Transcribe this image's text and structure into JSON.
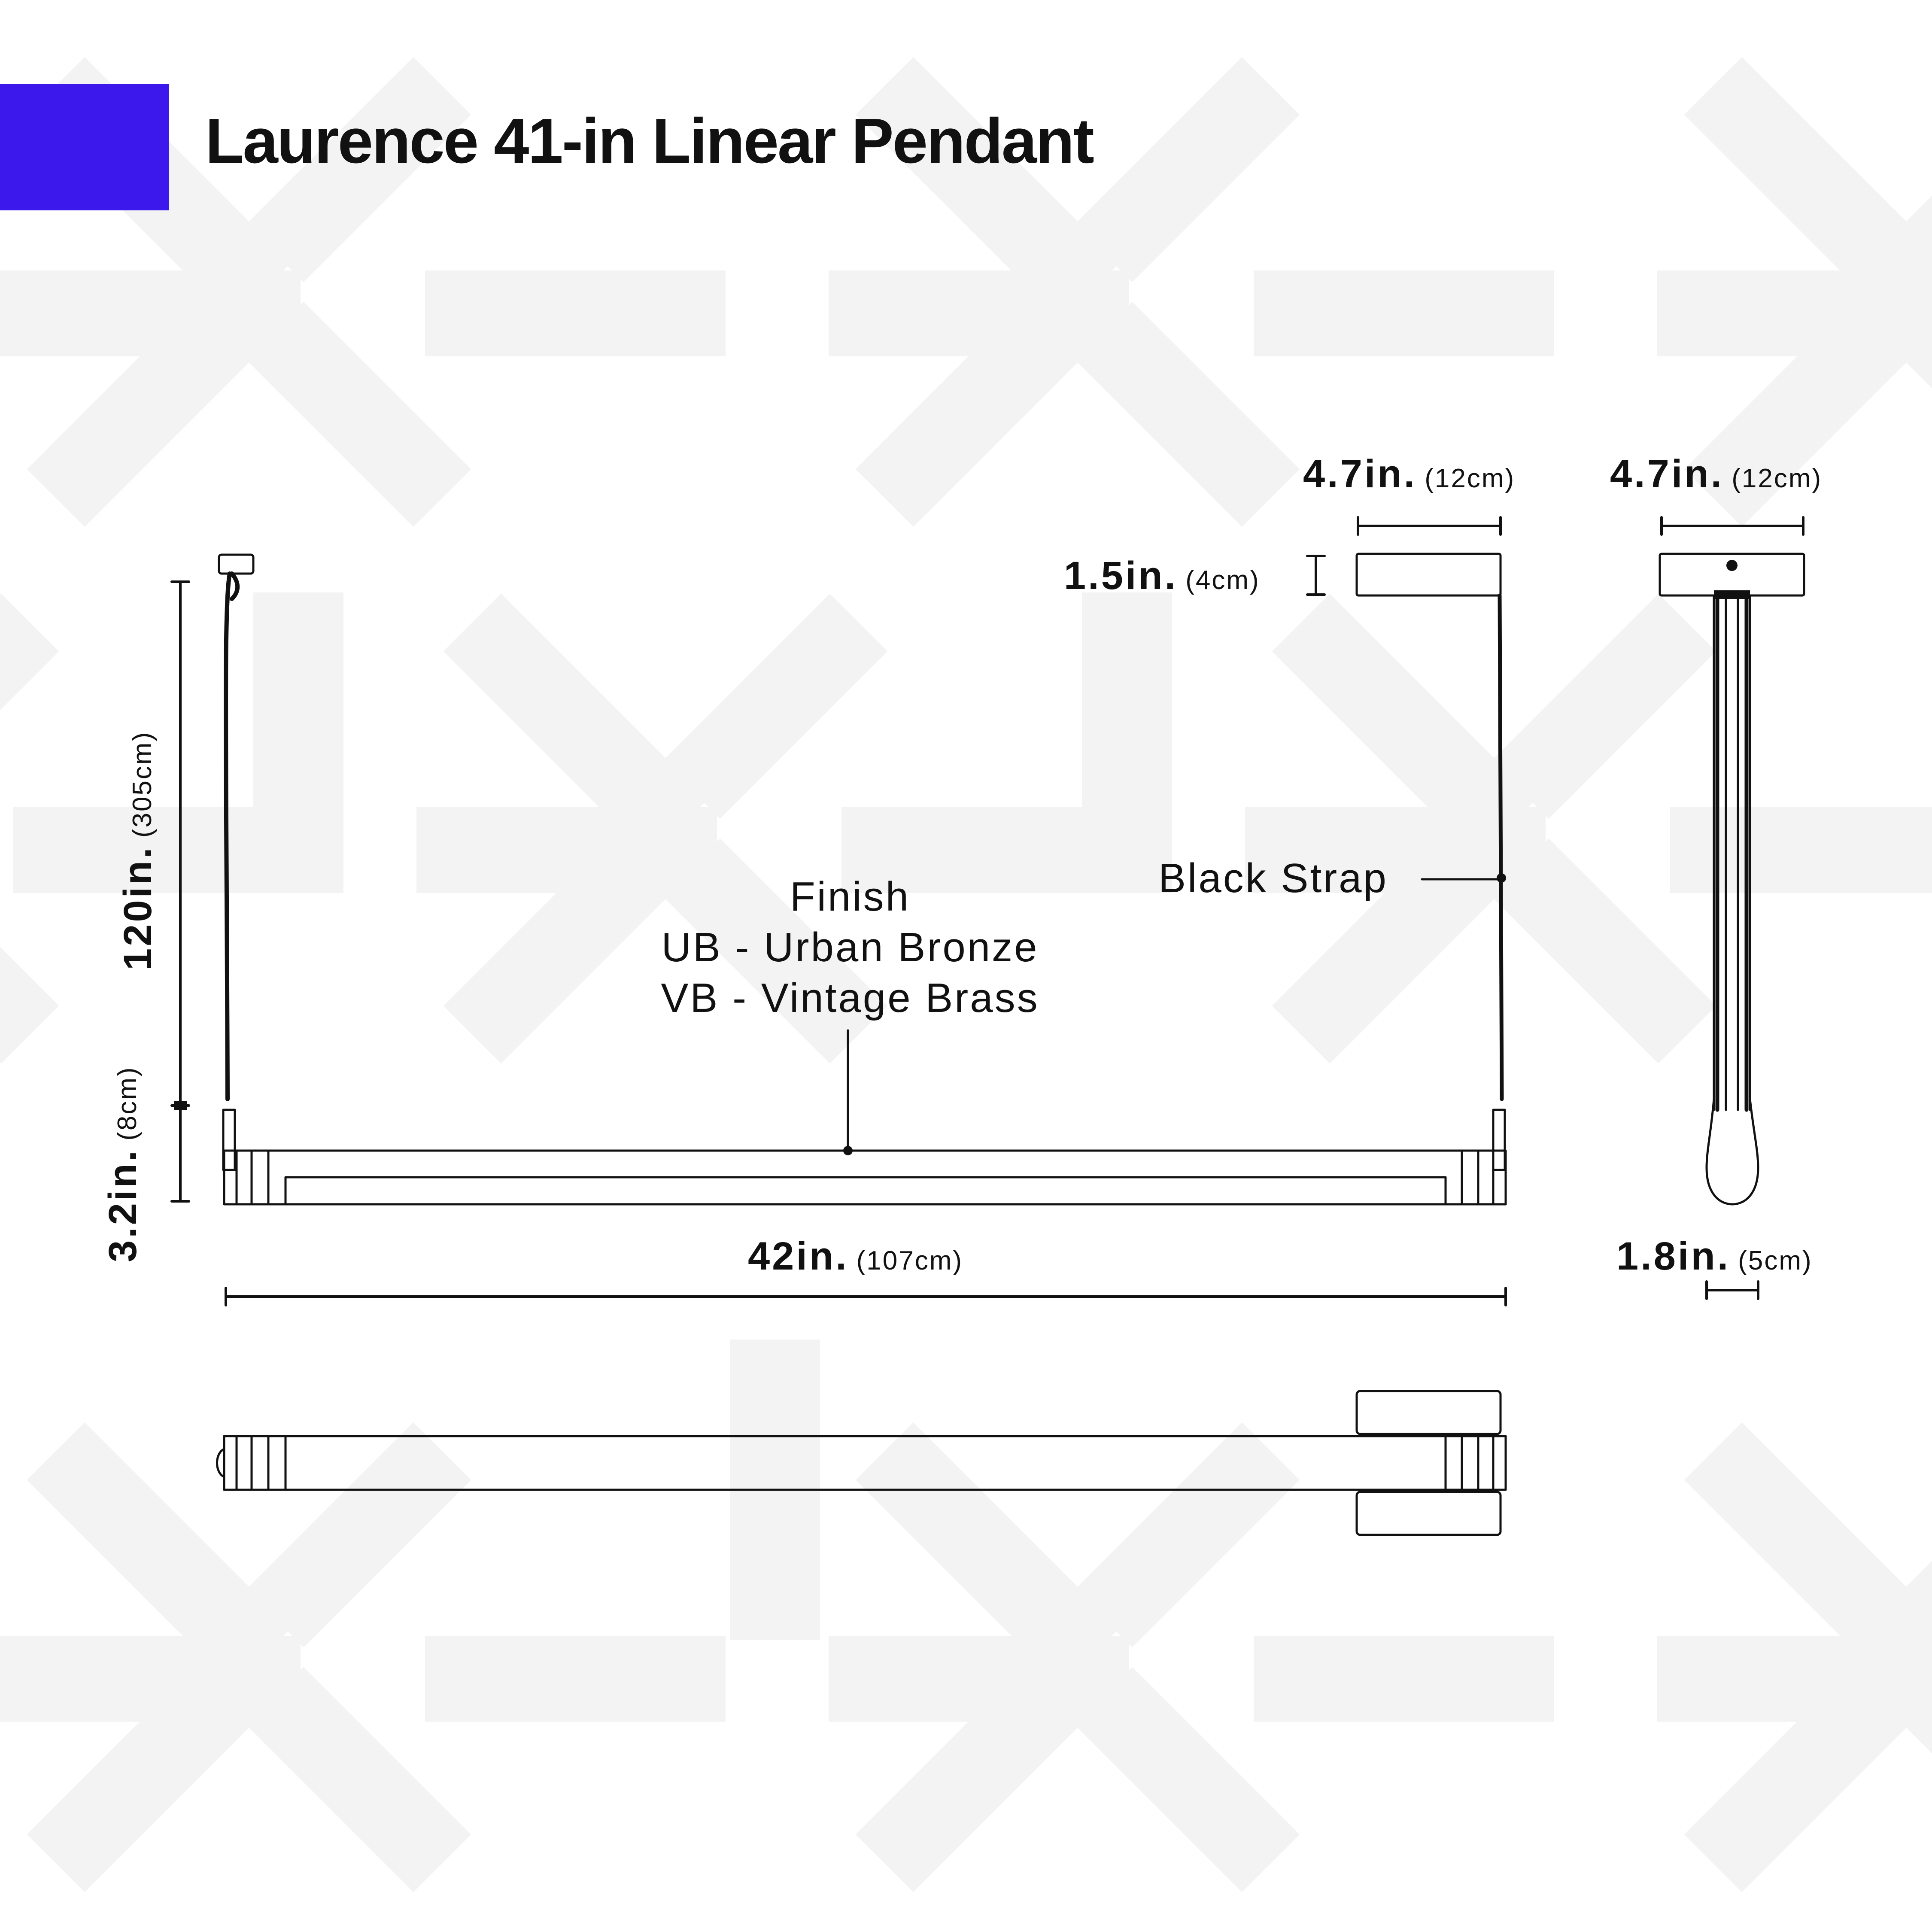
{
  "title": "Laurence 41-in Linear Pendant",
  "colors": {
    "accent": "#3c18ec",
    "ink": "#111111",
    "pattern": "#f3f3f3",
    "background": "#ffffff"
  },
  "dimensions": {
    "overall_height": {
      "value": "120in.",
      "metric": "(305cm)"
    },
    "body_height": {
      "value": "3.2in.",
      "metric": "(8cm)"
    },
    "length": {
      "value": "42in.",
      "metric": "(107cm)"
    },
    "canopy_height": {
      "value": "1.5in.",
      "metric": "(4cm)"
    },
    "canopy_width_front": {
      "value": "4.7in.",
      "metric": "(12cm)"
    },
    "canopy_width_side": {
      "value": "4.7in.",
      "metric": "(12cm)"
    },
    "body_depth": {
      "value": "1.8in.",
      "metric": "(5cm)"
    }
  },
  "labels": {
    "strap": "Black Strap",
    "finish": {
      "heading": "Finish",
      "options": [
        "UB - Urban Bronze",
        "VB - Vintage Brass"
      ]
    }
  }
}
